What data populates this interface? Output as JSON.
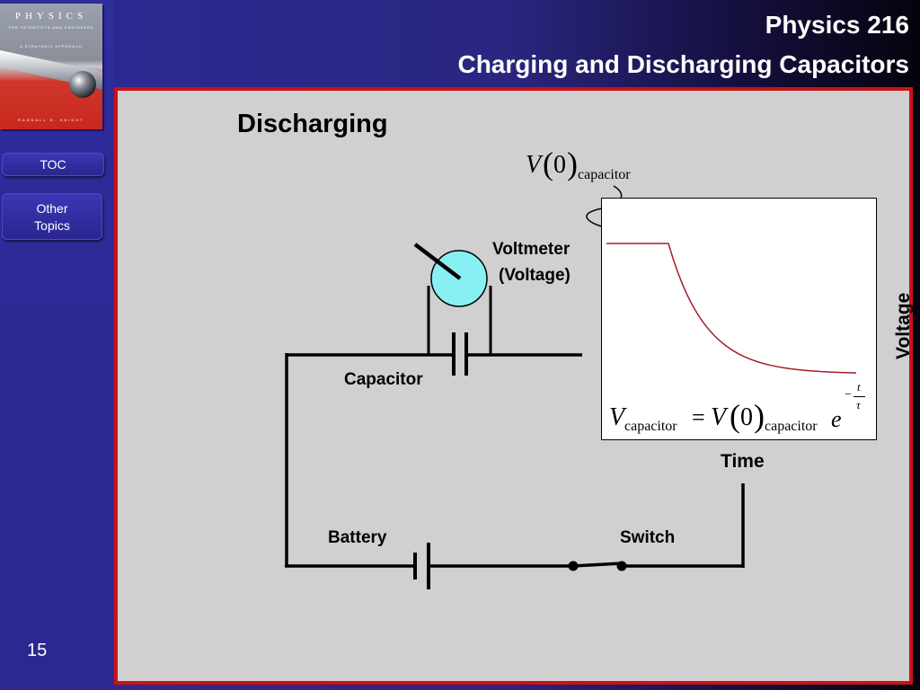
{
  "header": {
    "title": "Physics 216",
    "subtitle": "Charging and Discharging Capacitors"
  },
  "book_cover": {
    "title": "PHYSICS",
    "line1": "FOR SCIENTISTS AND ENGINEERS",
    "line2": "A STRATEGIC APPROACH",
    "author": "RANDALL D. KNIGHT"
  },
  "sidebar": {
    "toc_label": "TOC",
    "other_topics_line1": "Other",
    "other_topics_line2": "Topics",
    "page_number": "15"
  },
  "slide": {
    "heading": "Discharging",
    "voltmeter_label_1": "Voltmeter",
    "voltmeter_label_2": "(Voltage)",
    "capacitor_label": "Capacitor",
    "battery_label": "Battery",
    "switch_label": "Switch",
    "graph_x_label": "Time",
    "graph_y_label": "Voltage",
    "annotation_v": "V",
    "annotation_arg": "0",
    "annotation_sub": "capacitor",
    "equation": {
      "lhs": "V",
      "lhs_sub": "capacitor",
      "equals": "=",
      "rhs_v": "V",
      "rhs_arg": "0",
      "rhs_sub": "capacitor",
      "e": "e",
      "exp_minus": "−",
      "exp_num": "t",
      "exp_den": "τ"
    }
  },
  "colors": {
    "slide_border": "#cc1118",
    "curve": "#a0202a",
    "voltmeter": "#88f0f2",
    "sidebar_bg": "#2c2a96"
  }
}
